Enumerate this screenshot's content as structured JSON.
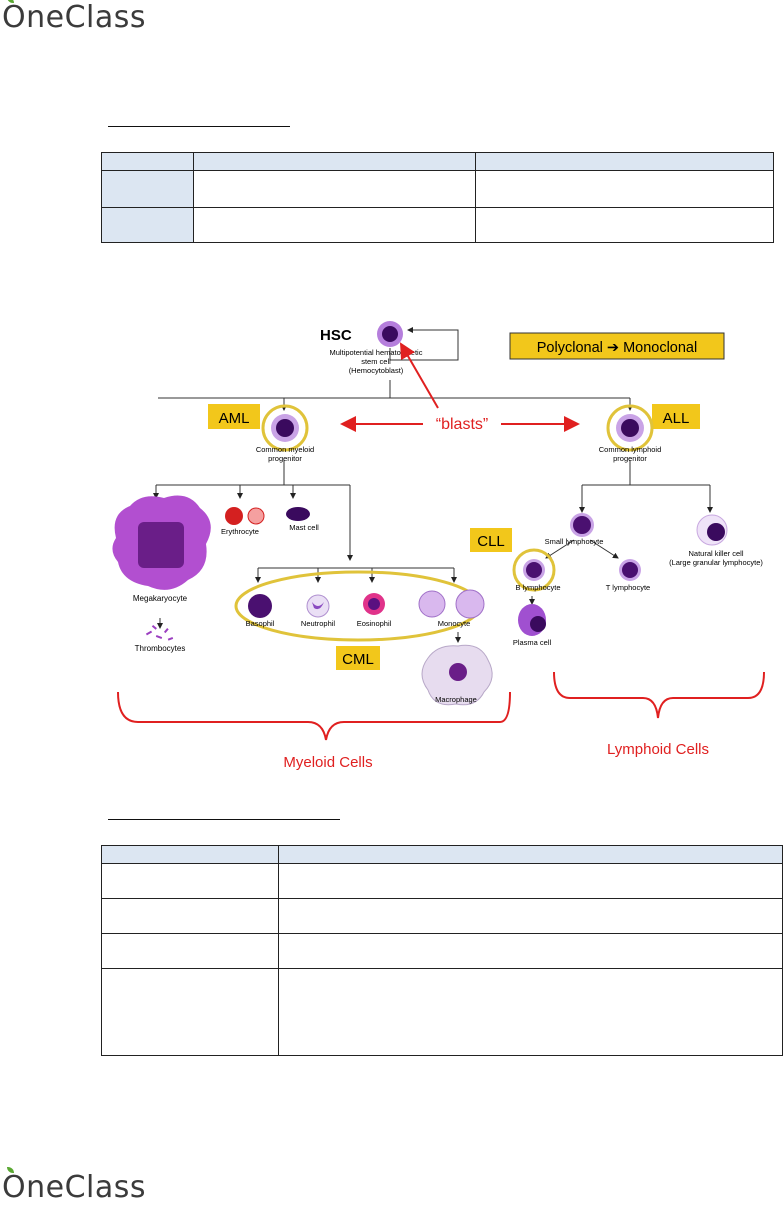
{
  "brand": {
    "name": "OneClass",
    "accent": "#5aa832"
  },
  "diagram": {
    "hsc": "HSC",
    "hsc_desc": [
      "Multipotential hematopoietic",
      "stem cell",
      "(Hemocytoblast)"
    ],
    "banner": "Polyclonal ➔ Monoclonal",
    "blasts": "“blasts”",
    "aml": "AML",
    "all": "ALL",
    "cll": "CLL",
    "cml": "CML",
    "myeloid_progenitor": [
      "Common myeloid",
      "progenitor"
    ],
    "lymphoid_progenitor": [
      "Common lymphoid",
      "progenitor"
    ],
    "megakaryocyte": "Megakaryocyte",
    "thrombocytes": "Thrombocytes",
    "erythrocyte": "Erythrocyte",
    "mast_cell": "Mast cell",
    "basophil": "Basophil",
    "neutrophil": "Neutrophil",
    "eosinophil": "Eosinophil",
    "monocyte": "Monocyte",
    "macrophage": "Macrophage",
    "small_lymphocyte": "Small lymphocyte",
    "nk_cell": [
      "Natural killer cell",
      "(Large granular lymphocyte)"
    ],
    "b_lymphocyte": "B lymphocyte",
    "t_lymphocyte": "T lymphocyte",
    "plasma_cell": "Plasma cell",
    "myeloid_cells": "Myeloid Cells",
    "lymphoid_cells": "Lymphoid Cells"
  }
}
